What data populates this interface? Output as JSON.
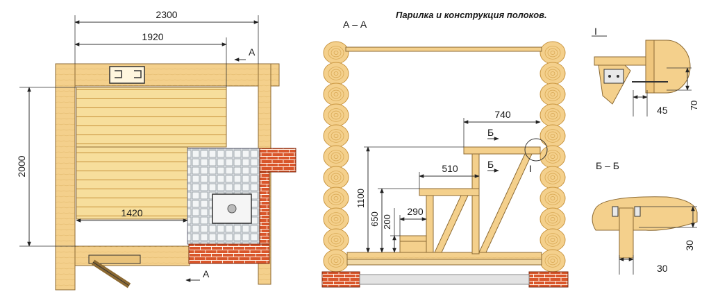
{
  "title": "Парилка и конструкция полоков.",
  "plan": {
    "dim_total_width": "2300",
    "dim_shelf_width": "1920",
    "dim_depth": "2000",
    "dim_lower_shelf": "1420",
    "section_mark_top": "А",
    "section_mark_bottom": "А"
  },
  "section_aa": {
    "label": "А – А",
    "dim_top_shelf_length": "740",
    "dim_mid_shelf_length": "510",
    "dim_step_length": "290",
    "dim_top_height": "1100",
    "dim_mid_height": "650",
    "dim_step_height": "200",
    "mark_b_top": "Б",
    "mark_b_bottom": "Б",
    "callout": "I"
  },
  "detail_i": {
    "label": "I",
    "dim_width": "45",
    "dim_height": "70"
  },
  "detail_bb": {
    "label": "Б – Б",
    "dim_height": "30",
    "dim_width": "30"
  },
  "colors": {
    "wood": "#f4d08c",
    "wood_dark": "#c9953f",
    "brick": "#d9562b",
    "tile": "#dfe3e6",
    "line": "#222222"
  }
}
